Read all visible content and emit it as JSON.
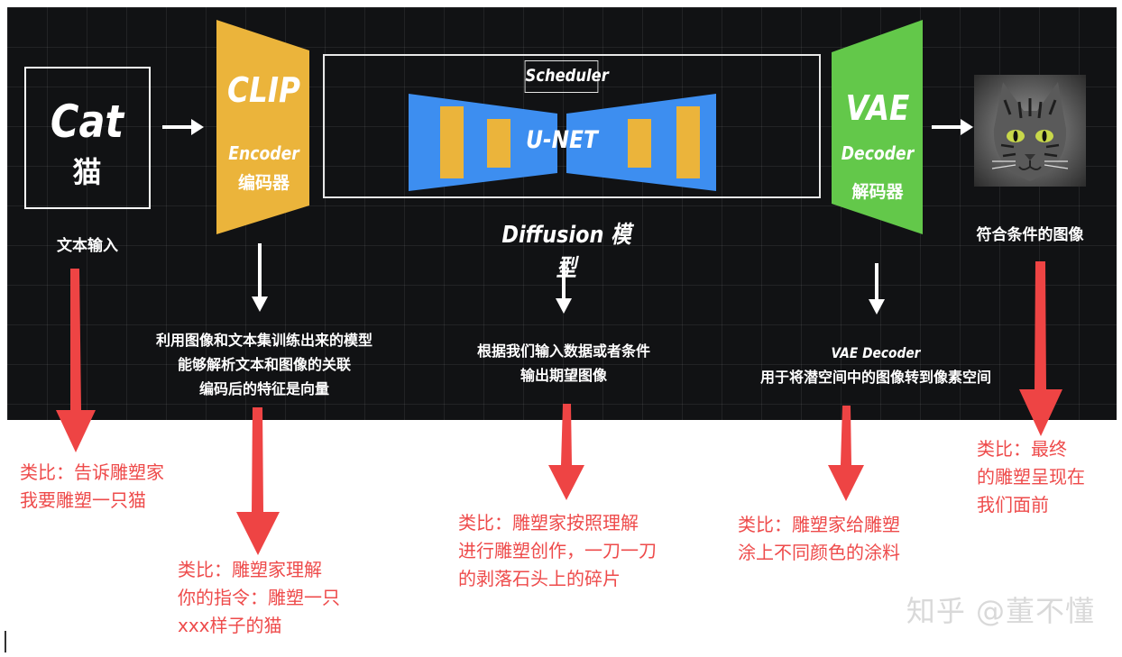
{
  "pipeline": {
    "text_input": {
      "word_en": "Cat",
      "word_cn": "猫",
      "caption": "文本输入"
    },
    "clip": {
      "title": "CLIP",
      "role_en": "Encoder",
      "role_cn": "编码器",
      "desc": [
        "利用图像和文本集训练出来的模型",
        "能够解析文本和图像的关联",
        "编码后的特征是向量"
      ]
    },
    "diffusion": {
      "scheduler": "Scheduler",
      "unet": "U-NET",
      "caption": "Diffusion 模型",
      "desc": [
        "根据我们输入数据或者条件",
        "输出期望图像"
      ]
    },
    "vae": {
      "title": "VAE",
      "role_en": "Decoder",
      "role_cn": "解码器",
      "desc": [
        "VAE Decoder",
        "用于将潜空间中的图像转到像素空间"
      ]
    },
    "output": {
      "caption": "符合条件的图像"
    }
  },
  "analogies": {
    "text_input": [
      "类比：告诉雕塑家",
      "我要雕塑一只猫"
    ],
    "clip": [
      "类比：雕塑家理解",
      "你的指令：雕塑一只",
      "xxx样子的猫"
    ],
    "diffusion": [
      "类比：雕塑家按照理解",
      "进行雕塑创作，一刀一刀",
      "的剥落石头上的碎片"
    ],
    "vae": [
      "类比：雕塑家给雕塑",
      "涂上不同颜色的涂料"
    ],
    "output": [
      "类比：最终",
      "的雕塑呈现在",
      "我们面前"
    ]
  },
  "watermark": "知乎 @董不懂",
  "colors": {
    "clip": "#ebb43b",
    "unet": "#3d8ef0",
    "unet_block": "#ebb43b",
    "vae": "#63c84a",
    "arrow_red": "#ee4444"
  }
}
